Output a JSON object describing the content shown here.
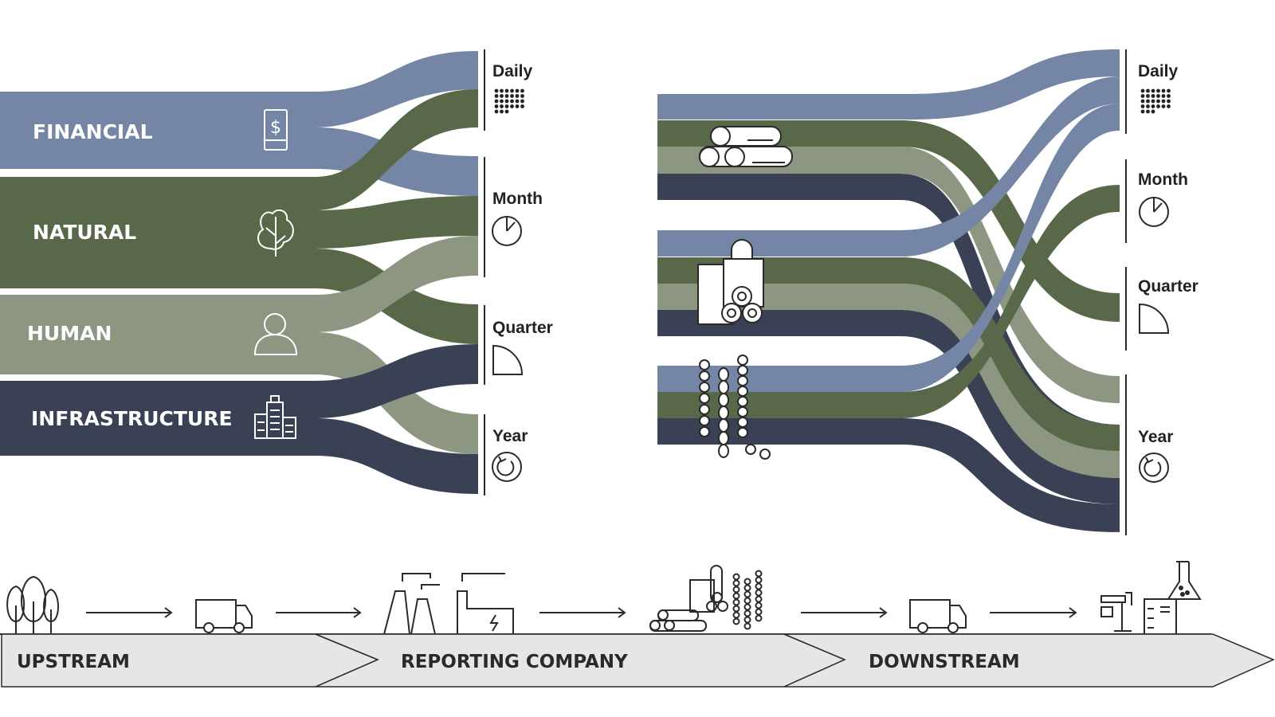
{
  "colors": {
    "financial": "#7585a6",
    "natural": "#596848",
    "human": "#8c9680",
    "infrastructure": "#3a4154",
    "arrow_fill": "#e6e6e6"
  },
  "capitals": [
    {
      "key": "financial",
      "label": "FINANCIAL",
      "icon": "phone-dollar-icon"
    },
    {
      "key": "natural",
      "label": "NATURAL",
      "icon": "tree-icon"
    },
    {
      "key": "human",
      "label": "HUMAN",
      "icon": "person-icon"
    },
    {
      "key": "infrastructure",
      "label": "INFRASTRUCTURE",
      "icon": "buildings-icon"
    }
  ],
  "frequencies_left": [
    {
      "label": "Daily",
      "icon": "dot-grid-icon"
    },
    {
      "label": "Month",
      "icon": "clock-slice-icon"
    },
    {
      "label": "Quarter",
      "icon": "quarter-circle-icon"
    },
    {
      "label": "Year",
      "icon": "cycle-arrow-icon"
    }
  ],
  "frequencies_right": [
    {
      "label": "Daily",
      "icon": "dot-grid-icon"
    },
    {
      "label": "Month",
      "icon": "clock-slice-icon"
    },
    {
      "label": "Quarter",
      "icon": "quarter-circle-icon"
    },
    {
      "label": "Year",
      "icon": "cycle-arrow-icon"
    }
  ],
  "value_chain": [
    {
      "label": "UPSTREAM"
    },
    {
      "label": "REPORTING COMPANY"
    },
    {
      "label": "DOWNSTREAM"
    }
  ],
  "right_groups": [
    {
      "icon": "logs-icon"
    },
    {
      "icon": "pipes-icon"
    },
    {
      "icon": "pellets-icon"
    }
  ],
  "chain_icons": [
    "trees-icon",
    "truck-icon",
    "factory-icon",
    "products-icon",
    "truck-icon",
    "lab-icon"
  ]
}
